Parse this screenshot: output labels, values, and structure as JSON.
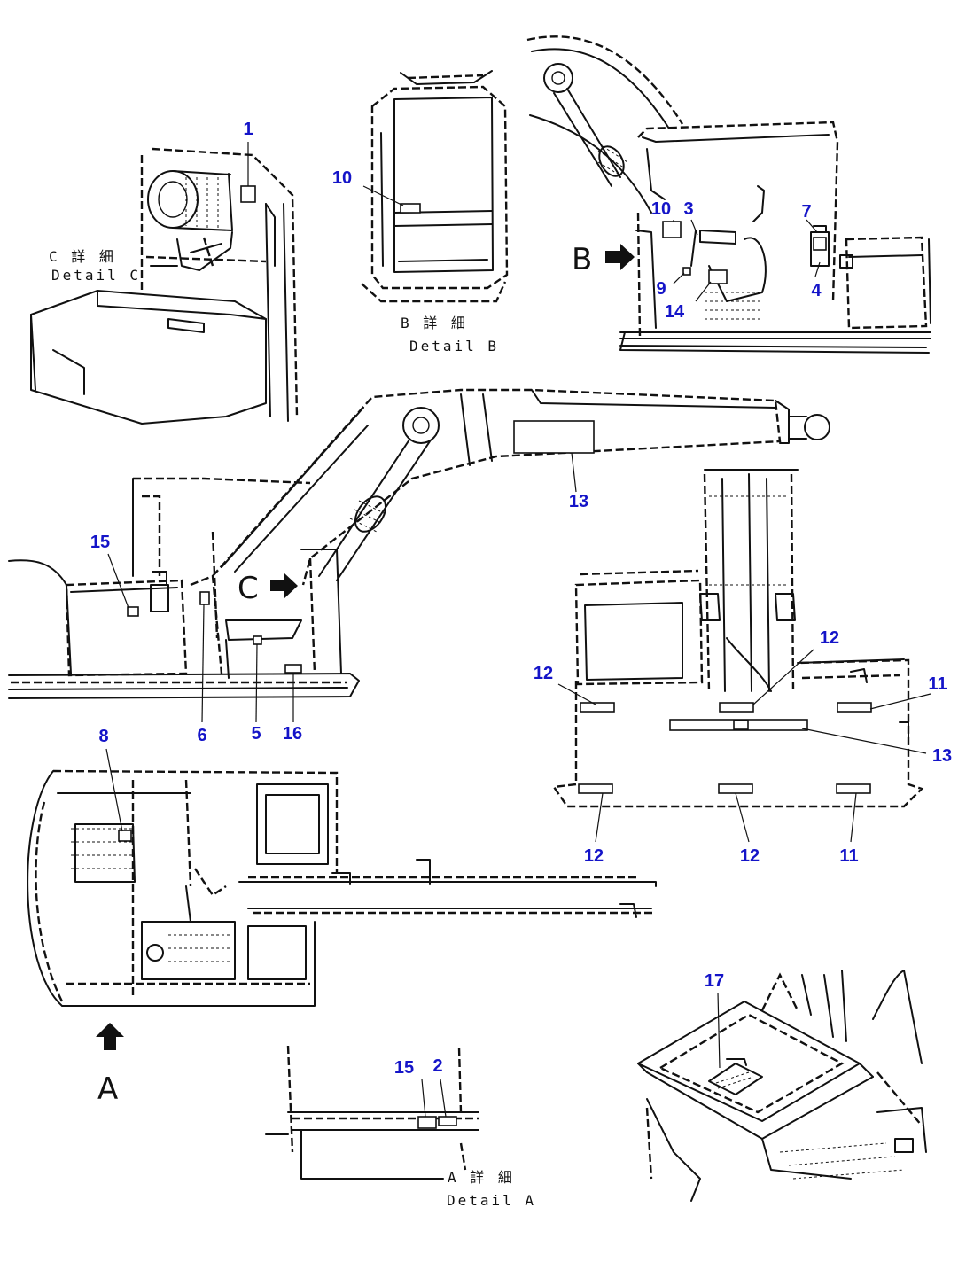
{
  "callouts": [
    {
      "id": "c1",
      "text": "1"
    },
    {
      "id": "c10b",
      "text": "10"
    },
    {
      "id": "c10",
      "text": "10"
    },
    {
      "id": "c3",
      "text": "3"
    },
    {
      "id": "c7",
      "text": "7"
    },
    {
      "id": "c9",
      "text": "9"
    },
    {
      "id": "c4",
      "text": "4"
    },
    {
      "id": "c14",
      "text": "14"
    },
    {
      "id": "c13a",
      "text": "13"
    },
    {
      "id": "c15a",
      "text": "15"
    },
    {
      "id": "c6",
      "text": "6"
    },
    {
      "id": "c5",
      "text": "5"
    },
    {
      "id": "c16",
      "text": "16"
    },
    {
      "id": "c12a",
      "text": "12"
    },
    {
      "id": "c12b",
      "text": "12"
    },
    {
      "id": "c11a",
      "text": "11"
    },
    {
      "id": "c13b",
      "text": "13"
    },
    {
      "id": "c12c",
      "text": "12"
    },
    {
      "id": "c12d",
      "text": "12"
    },
    {
      "id": "c11b",
      "text": "11"
    },
    {
      "id": "c8",
      "text": "8"
    },
    {
      "id": "c17",
      "text": "17"
    },
    {
      "id": "c15b",
      "text": "15"
    },
    {
      "id": "c2",
      "text": "2"
    }
  ],
  "captions": {
    "detail_c_jp": "C 詳 細",
    "detail_c_en": "Detail C",
    "detail_b_jp": "B 詳 細",
    "detail_b_en": "Detail B",
    "detail_a_jp": "A 詳 細",
    "detail_a_en": "Detail A"
  },
  "view_letters": {
    "b": "B",
    "c": "C",
    "a": "A"
  },
  "colors": {
    "callout": "#1414c8",
    "line": "#111111",
    "background": "#ffffff"
  }
}
